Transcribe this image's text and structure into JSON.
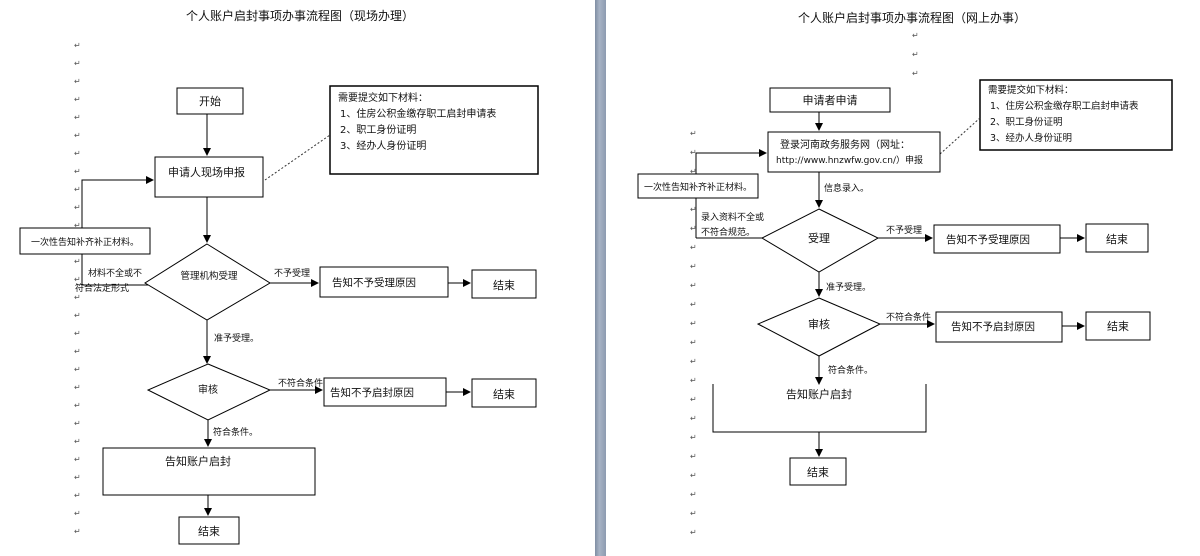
{
  "left": {
    "title": "个人账户启封事项办事流程图（现场办理）",
    "start": "开始",
    "materials": {
      "heading": "需要提交如下材料：",
      "items": [
        "1、住房公积金缴存职工启封申请表",
        "2、职工身份证明",
        "3、经办人身份证明"
      ]
    },
    "apply": "申请人现场申报",
    "supplement": "一次性告知补齐补正材料。",
    "incomplete": [
      "材料不全或不",
      "符合法定形式"
    ],
    "accept_decision": "管理机构受理",
    "not_accept": "不予受理",
    "reject_accept": "告知不予受理原因",
    "end": "结束",
    "accepted": "准予受理。",
    "review": "审核",
    "not_meet": "不符合条件",
    "reject_review": "告知不予启封原因",
    "meet": "符合条件。",
    "notify": "告知账户启封"
  },
  "right": {
    "title": "个人账户启封事项办事流程图（网上办事）",
    "start": "申请者申请",
    "materials": {
      "heading": "需要提交如下材料：",
      "items": [
        "1、住房公积金缴存职工启封申请表",
        "2、职工身份证明",
        "3、经办人身份证明"
      ]
    },
    "portal": [
      "登录河南政务服务网（网址：",
      "http://www.hnzwfw.gov.cn/）申报"
    ],
    "supplement": "一次性告知补齐补正材料。",
    "entry": "信息录入。",
    "incomplete": [
      "录入资料不全或",
      "不符合规范。"
    ],
    "accept_decision": "受理",
    "not_accept": "不予受理",
    "reject_accept": "告知不予受理原因",
    "end": "结束",
    "accepted": "准予受理。",
    "review": "审核",
    "not_meet": "不符合条件",
    "reject_review": "告知不予启封原因",
    "meet": "符合条件。",
    "notify": "告知账户启封"
  },
  "mark": "↵"
}
